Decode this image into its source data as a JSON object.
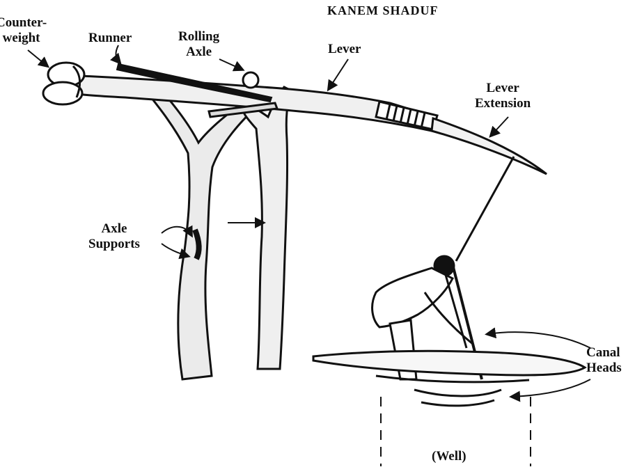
{
  "title": "KANEM SHADUF",
  "labels": {
    "counterweight": "Counter-\nweight",
    "runner": "Runner",
    "rolling_axle": "Rolling\nAxle",
    "lever": "Lever",
    "lever_extension": "Lever\nExtension",
    "axle_supports": "Axle\nSupports",
    "canal_heads": "Canal\nHeads",
    "well": "(Well)"
  },
  "colors": {
    "ink": "#111111",
    "paper": "#ffffff",
    "wood_shade": "#e6e6e6"
  }
}
